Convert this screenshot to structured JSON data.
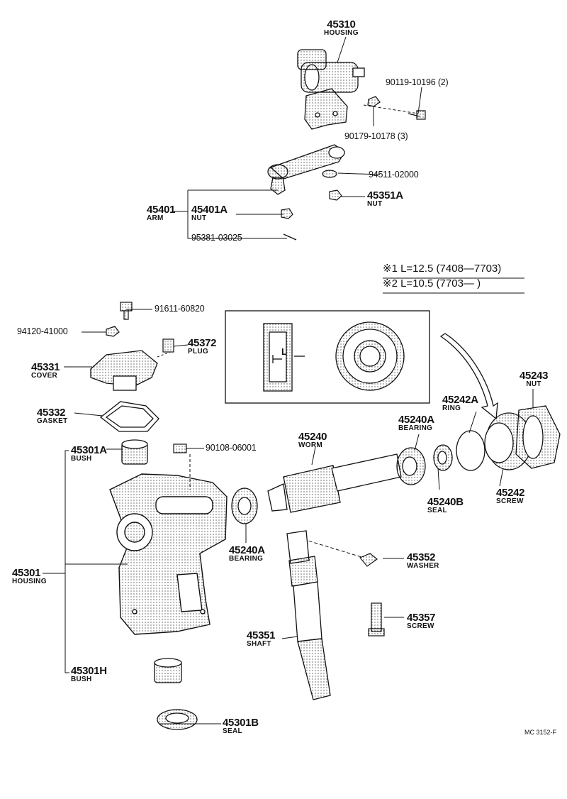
{
  "labels": {
    "p45310": {
      "number": "45310",
      "name": "HOUSING"
    },
    "p90119": {
      "number": "90119-10196 (2)"
    },
    "p90179": {
      "number": "90179-10178 (3)"
    },
    "p94511": {
      "number": "94511-02000"
    },
    "p45351A": {
      "number": "45351A",
      "name": "NUT"
    },
    "p45401": {
      "number": "45401",
      "name": "ARM"
    },
    "p45401A": {
      "number": "45401A",
      "name": "NUT"
    },
    "p95381": {
      "number": "95381-03025"
    },
    "p91611": {
      "number": "91611-60820"
    },
    "p94120": {
      "number": "94120-41000"
    },
    "p45372": {
      "number": "45372",
      "name": "PLUG"
    },
    "p45331": {
      "number": "45331",
      "name": "COVER"
    },
    "p45332": {
      "number": "45332",
      "name": "GASKET"
    },
    "p45243": {
      "number": "45243",
      "name": "NUT"
    },
    "p45242A": {
      "number": "45242A",
      "name": "RING"
    },
    "p45240A_top": {
      "number": "45240A",
      "name": "BEARING"
    },
    "p45240": {
      "number": "45240",
      "name": "WORM"
    },
    "p45301A": {
      "number": "45301A",
      "name": "BUSH"
    },
    "p90108": {
      "number": "90108-06001"
    },
    "p45240B": {
      "number": "45240B",
      "name": "SEAL"
    },
    "p45242": {
      "number": "45242",
      "name": "SCREW"
    },
    "p45240A_bot": {
      "number": "45240A",
      "name": "BEARING"
    },
    "p45352": {
      "number": "45352",
      "name": "WASHER"
    },
    "p45301": {
      "number": "45301",
      "name": "HOUSING"
    },
    "p45357": {
      "number": "45357",
      "name": "SCREW"
    },
    "p45351": {
      "number": "45351",
      "name": "SHAFT"
    },
    "p45301H": {
      "number": "45301H",
      "name": "BUSH"
    },
    "p45301B": {
      "number": "45301B",
      "name": "SEAL"
    }
  },
  "notes": {
    "note1": "※1 L=12.5 (7408—7703)",
    "note2": "※2 L=10.5 (7703—       )"
  },
  "inset": {
    "dimension_label": "L"
  },
  "code": "MC 3152-F",
  "colors": {
    "ink": "#111111",
    "background": "#ffffff"
  }
}
